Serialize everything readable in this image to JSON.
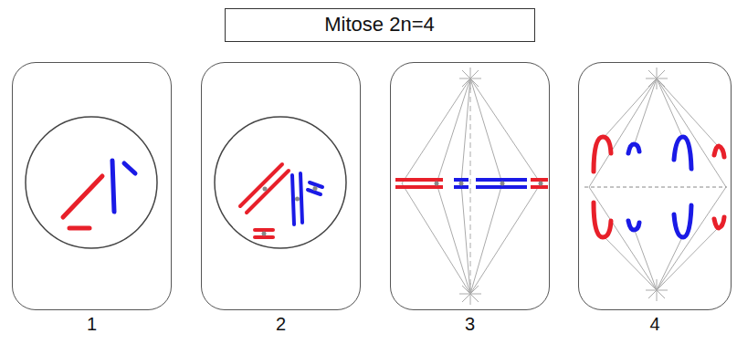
{
  "diagram": {
    "title": "Mitose 2n=4",
    "nodes": [
      {
        "text": [
          "1"
        ]
      },
      {
        "text": [
          "2"
        ]
      },
      {
        "text": [
          "3"
        ]
      },
      {
        "text": [
          "4"
        ]
      }
    ]
  }
}
